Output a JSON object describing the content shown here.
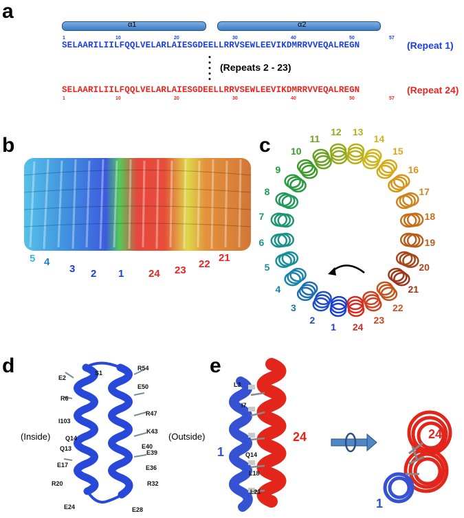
{
  "panels": {
    "a": "a",
    "b": "b",
    "c": "c",
    "d": "d",
    "e": "e"
  },
  "panel_a": {
    "helix1": "α1",
    "helix2": "α2",
    "sequence": "SELAARILIILFQQLVELARLAIESGDEELLRRVSEWLEEVIKDMRRVVEQALREGN",
    "repeat1_label": "(Repeat 1)",
    "repeat24_label": "(Repeat 24)",
    "middle_label": "(Repeats 2 - 23)",
    "ticks": [
      "1",
      "10",
      "20",
      "30",
      "40",
      "50",
      "57"
    ],
    "colors": {
      "repeat1": "#1a3fe0",
      "repeat24": "#e8251f"
    }
  },
  "panel_b": {
    "labels": [
      "5",
      "4",
      "3",
      "2",
      "1",
      "24",
      "23",
      "22",
      "21"
    ]
  },
  "panel_c": {
    "labels": [
      "1",
      "2",
      "3",
      "4",
      "5",
      "6",
      "7",
      "8",
      "9",
      "10",
      "11",
      "12",
      "13",
      "14",
      "15",
      "16",
      "17",
      "18",
      "19",
      "20",
      "21",
      "22",
      "23",
      "24"
    ]
  },
  "panel_d": {
    "inside": "(Inside)",
    "outside": "(Outside)",
    "residues": [
      "S1",
      "R54",
      "E2",
      "E50",
      "R6",
      "R47",
      "I103",
      "K43",
      "Q14",
      "E40",
      "Q13",
      "E39",
      "E17",
      "E36",
      "R20",
      "R32",
      "E24",
      "E28"
    ]
  },
  "panel_e": {
    "residues": [
      "L3",
      "I7",
      "Q14",
      "L18",
      "L21"
    ],
    "label_blue": "1",
    "label_red": "24",
    "label_blue_right": "1",
    "label_red_right": "24"
  }
}
